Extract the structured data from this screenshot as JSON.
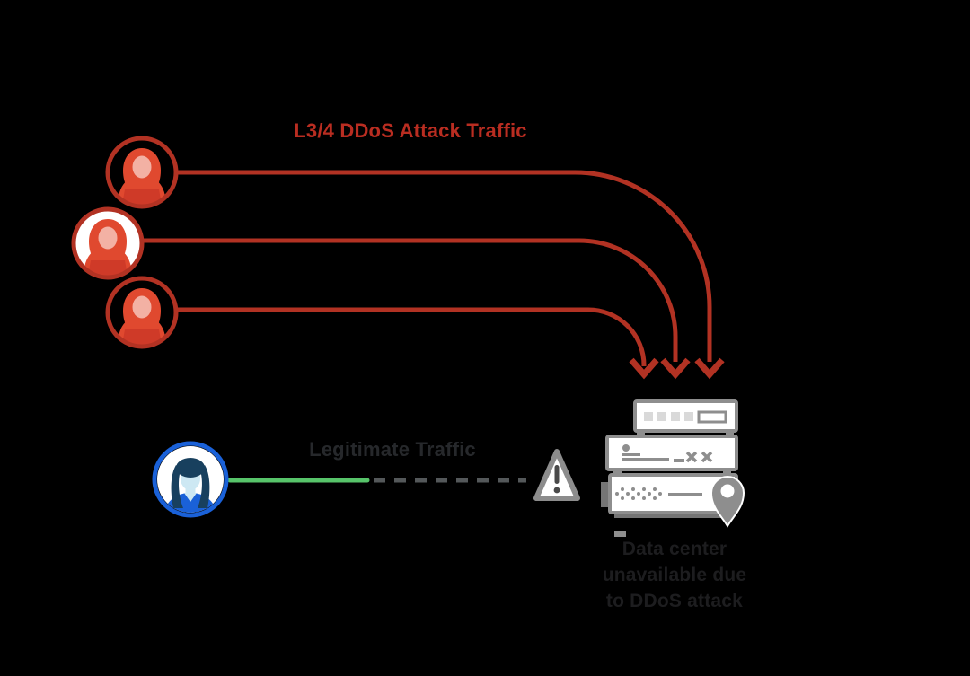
{
  "diagram": {
    "title": "DDoS attack traffic diagram",
    "labels": {
      "attack_traffic": "L3/4 DDoS Attack Traffic",
      "legitimate_traffic": "Legitimate Traffic"
    },
    "caption": {
      "lines": [
        "Data center",
        "unavailable due",
        "to DDoS attack"
      ]
    },
    "icons": {
      "attackers": [
        "hooded-attacker-icon",
        "hooded-attacker-icon-filled",
        "hooded-attacker-icon"
      ],
      "user": "female-user-avatar-icon",
      "warning": "warning-triangle-icon",
      "server": "server-stack-icon",
      "pin": "location-pin-icon"
    },
    "flows": [
      {
        "name": "attack-flow",
        "style": "solid-curved-arrows",
        "count": 3,
        "color": "#b23223"
      },
      {
        "name": "legit-flow",
        "style": "solid-then-dashed",
        "colors": [
          "#57c46a",
          "#54585a"
        ]
      }
    ]
  },
  "colors": {
    "background": "#000000",
    "attack_red": "#b23223",
    "attack_red_bright": "#e0492f",
    "attack_face": "#f3b1a4",
    "laptop_red": "#cf3a28",
    "title_red": "#b92d21",
    "legit_green": "#57c46a",
    "dash_gray": "#54585a",
    "user_blue": "#1a61d8",
    "hair_navy": "#18405e",
    "face_blue": "#cde8f3",
    "icon_gray": "#8e8e8e",
    "icon_gray_dark": "#757575",
    "icon_light_gray": "#d9d9d9",
    "warning_gray": "#8c8c8c",
    "exclaim_gray": "#4a4a4a",
    "text_dark": "#26282b",
    "caption_dark": "#1d1d1f",
    "white": "#ffffff"
  }
}
